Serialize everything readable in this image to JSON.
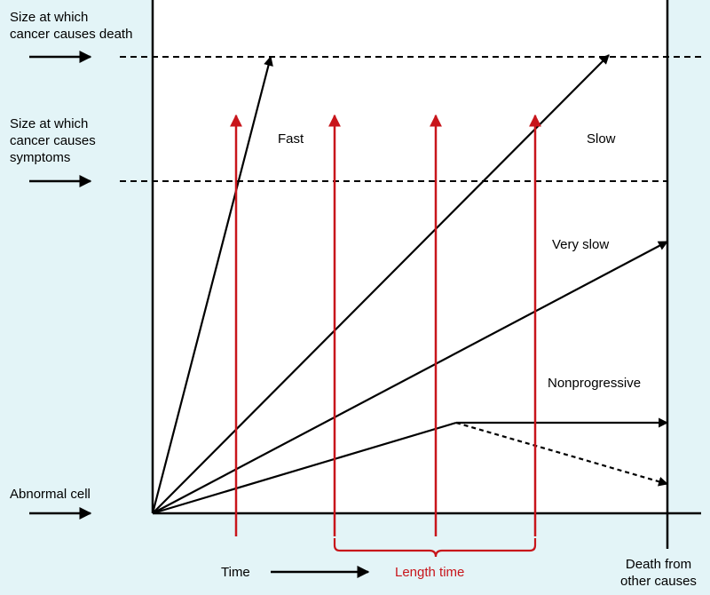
{
  "colors": {
    "background": "#e3f4f7",
    "panel": "#ffffff",
    "axis": "#000000",
    "red_arrows": "#c8151b",
    "red_text": "#c8151b"
  },
  "left_labels": {
    "death_size": "Size at which\ncancer causes death",
    "symptom_size": "Size at which\ncancer causes\nsymptoms",
    "abnormal_cell": "Abnormal cell"
  },
  "growth_labels": {
    "fast": "Fast",
    "slow": "Slow",
    "very_slow": "Very slow",
    "nonprogressive": "Nonprogressive"
  },
  "bottom_labels": {
    "time": "Time",
    "length_time": "Length time",
    "death_other": "Death from\nother causes"
  }
}
